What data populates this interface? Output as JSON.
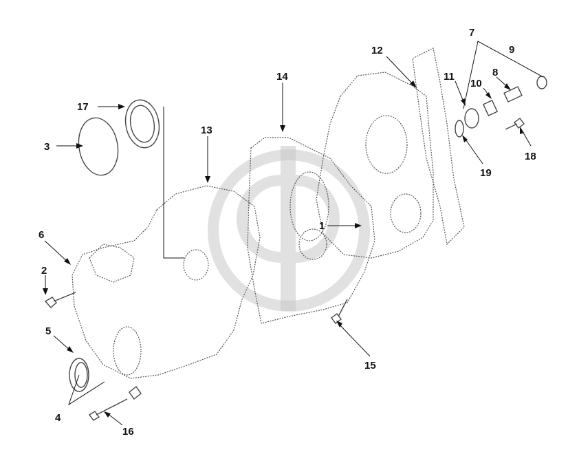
{
  "diagram": {
    "callouts": [
      "1",
      "2",
      "3",
      "4",
      "5",
      "6",
      "7",
      "8",
      "9",
      "10",
      "11",
      "12",
      "13",
      "14",
      "15",
      "16",
      "17",
      "18",
      "19"
    ],
    "watermark": {
      "icon": "gear-logo-watermark-icon",
      "color": "#c8c8c8"
    },
    "line_color": "#111111"
  }
}
